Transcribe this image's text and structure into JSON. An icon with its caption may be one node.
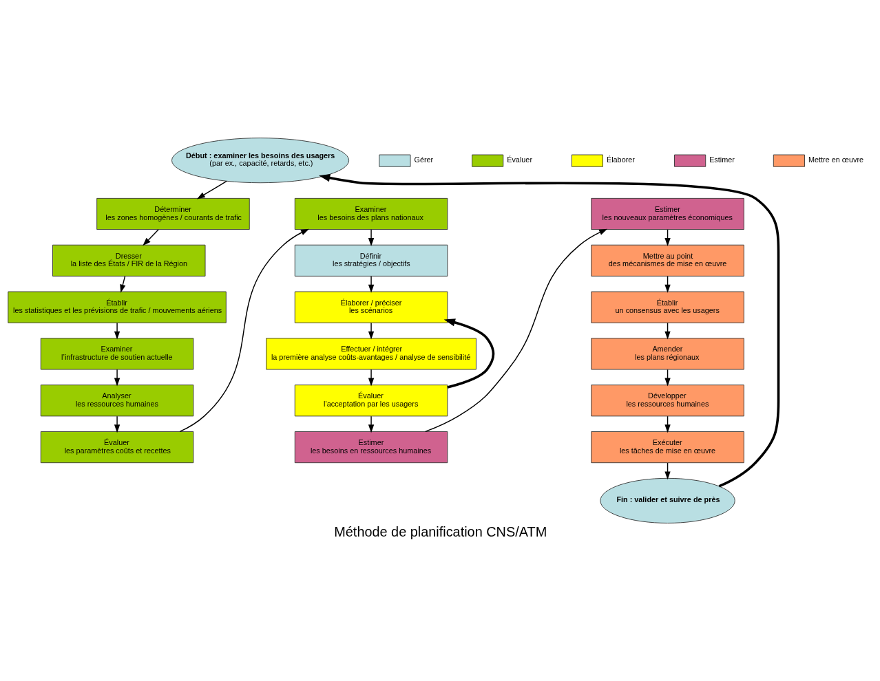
{
  "diagram": {
    "caption": "Méthode de planification CNS/ATM",
    "nodes": [
      {
        "text": [
          "Début : examiner les besoins des usagers",
          "(par ex., capacité, retards, etc.)"
        ]
      },
      {
        "text": [
          "Déterminer",
          "les zones homogènes / courants de trafic"
        ]
      },
      {
        "text": [
          "Dresser",
          "la liste des États / FIR de la Région"
        ]
      },
      {
        "text": [
          "Établir",
          "les statistiques et les prévisions de trafic / mouvements aériens"
        ]
      },
      {
        "text": [
          "Examiner",
          "l’infrastructure de soutien actuelle"
        ]
      },
      {
        "text": [
          "Analyser",
          "les ressources humaines"
        ]
      },
      {
        "text": [
          "Évaluer",
          "les paramètres coûts et recettes"
        ]
      },
      {
        "text": [
          "Examiner",
          "les besoins des plans nationaux"
        ]
      },
      {
        "text": [
          "Définir",
          "les stratégies / objectifs"
        ]
      },
      {
        "text": [
          "Élaborer / préciser",
          "les scénarios"
        ]
      },
      {
        "text": [
          "Effectuer / intégrer",
          "la première analyse coûts-avantages / analyse de sensibilité"
        ]
      },
      {
        "text": [
          "Évaluer",
          "l’acceptation par les usagers"
        ]
      },
      {
        "text": [
          "Estimer",
          "les besoins en ressources humaines"
        ]
      },
      {
        "text": [
          "Estimer",
          "les nouveaux paramètres économiques"
        ]
      },
      {
        "text": [
          "Mettre au point",
          "des mécanismes de mise en œuvre"
        ]
      },
      {
        "text": [
          "Établir",
          "un consensus avec les usagers"
        ]
      },
      {
        "text": [
          "Amender",
          "les plans régionaux"
        ]
      },
      {
        "text": [
          "Développer",
          "les ressources humaines"
        ]
      },
      {
        "text": [
          "Exécuter",
          "les tâches de mise en œuvre"
        ]
      },
      {
        "text": [
          "Fin : valider et suivre de près"
        ]
      }
    ],
    "edges": [
      {
        "from": 0,
        "to": 1,
        "arrow": "to"
      },
      {
        "from": 1,
        "to": 2,
        "arrow": "to"
      },
      {
        "from": 2,
        "to": 3,
        "arrow": "to"
      },
      {
        "from": 3,
        "to": 4,
        "arrow": "to"
      },
      {
        "from": 4,
        "to": 5,
        "arrow": "to"
      },
      {
        "from": 5,
        "to": 6,
        "arrow": "to"
      },
      {
        "from": 6,
        "to": 7,
        "arrow": "to"
      },
      {
        "from": 7,
        "to": 8,
        "arrow": "to"
      },
      {
        "from": 8,
        "to": 9,
        "arrow": "to"
      },
      {
        "from": 9,
        "to": 10,
        "arrow": "to"
      },
      {
        "from": 10,
        "to": 11,
        "arrow": "to"
      },
      {
        "from": 11,
        "to": 12,
        "arrow": "to"
      },
      {
        "from": 11,
        "to": 9,
        "arrow": "to",
        "style": "thick"
      },
      {
        "from": 12,
        "to": 13,
        "arrow": "to"
      },
      {
        "from": 13,
        "to": 14,
        "arrow": "to"
      },
      {
        "from": 14,
        "to": 15,
        "arrow": "to"
      },
      {
        "from": 15,
        "to": 16,
        "arrow": "to"
      },
      {
        "from": 16,
        "to": 17,
        "arrow": "to"
      },
      {
        "from": 17,
        "to": 18,
        "arrow": "to"
      },
      {
        "from": 18,
        "to": 19,
        "arrow": "to"
      },
      {
        "from": 19,
        "to": 0,
        "arrow": "to",
        "style": "thick"
      }
    ],
    "legend": [
      {
        "text": "Gérer",
        "color": "#b9dfe3"
      },
      {
        "text": "Évaluer",
        "color": "#99cc00"
      },
      {
        "text": "Élaborer",
        "color": "#ffff00"
      },
      {
        "text": "Estimer",
        "color": "#d0628f"
      },
      {
        "text": "Mettre en œuvre",
        "color": "#ff9966"
      }
    ]
  }
}
